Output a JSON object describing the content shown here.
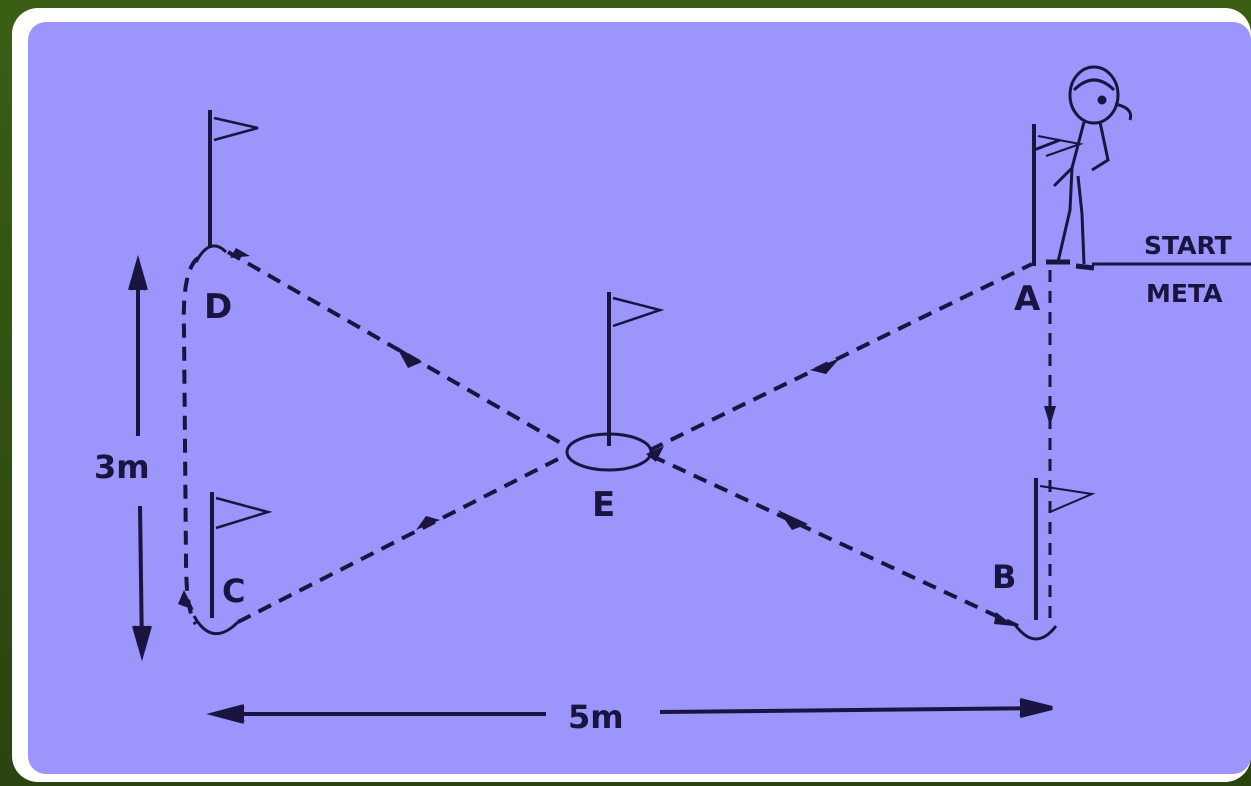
{
  "diagram": {
    "points": {
      "a": "A",
      "b": "B",
      "c": "C",
      "d": "D",
      "e": "E"
    },
    "dimension_height": "3m",
    "dimension_width": "5m",
    "start_label": "START",
    "finish_label": "META"
  },
  "colors": {
    "background": "#9b95fc",
    "ink": "#1a1440",
    "frame": "#ffffff",
    "outer": "#3a5f14"
  }
}
